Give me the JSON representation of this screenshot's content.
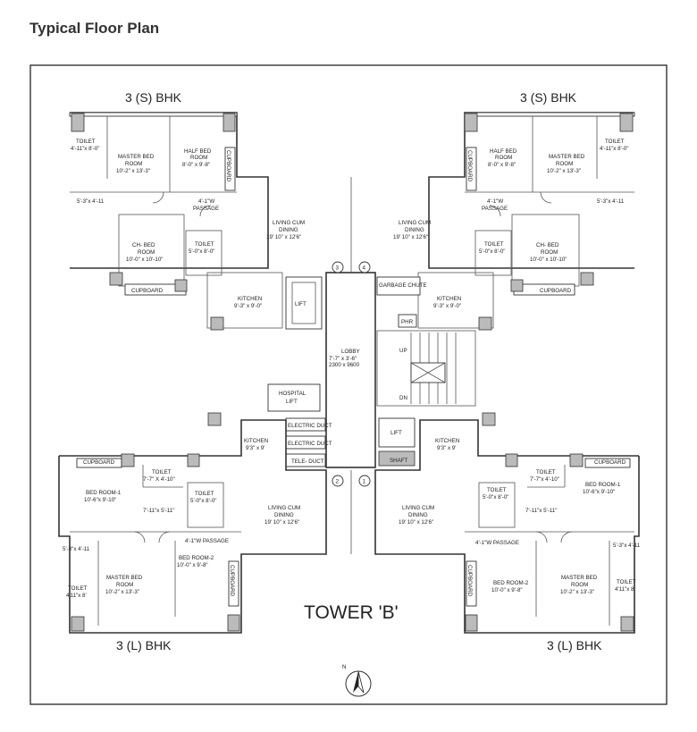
{
  "page_title": "Typical Floor Plan",
  "unit_labels": {
    "top_left": "3 (S) BHK",
    "top_right": "3 (S) BHK",
    "bottom_left": "3 (L) BHK",
    "bottom_right": "3 (L) BHK"
  },
  "tower_label": "TOWER 'B'",
  "north_label": "N",
  "top_left": {
    "toilet": "TOILET",
    "toilet_dim": "4'-11\"x 8'-0\"",
    "master_bed": "MASTER BED",
    "master_room": "ROOM",
    "master_dim": "10'-2\" x 13'-3\"",
    "half_bed": "HALF BED",
    "half_room": "ROOM",
    "half_dim": "8'-0\" x 9'-8\"",
    "cupboard_v": "CUPBOARD",
    "dress_dim": "5'-3\"x 4'-11",
    "passage_dim": "4'-1\"W",
    "passage": "PASSAGE",
    "living": "LIVING CUM",
    "dining": "DINING",
    "living_dim": "19' 10\" x 12'6\"",
    "ch_bed": "CH- BED",
    "ch_room": "ROOM",
    "ch_dim": "10'-0\" x 10'-10\"",
    "toilet2": "TOILET",
    "toilet2_dim": "5'-0\"x 8'-0\"",
    "cupboard": "CUPBOARD",
    "kitchen": "KITCHEN",
    "kitchen_dim": "9'-3\" x 9'-0\""
  },
  "top_right": {
    "toilet": "TOILET",
    "toilet_dim": "4'-11\"x 8'-0\"",
    "master_bed": "MASTER BED",
    "master_room": "ROOM",
    "master_dim": "10'-2\" x 13'-3\"",
    "half_bed": "HALF BED",
    "half_room": "ROOM",
    "half_dim": "8'-0\" x 9'-8\"",
    "cupboard_v": "CUPBOARD",
    "dress_dim": "5'-3\"x 4'-11",
    "passage_dim": "4'-1\"W",
    "passage": "PASSAGE",
    "living": "LIVING CUM",
    "dining": "DINING",
    "living_dim": "19' 10\" x 12'6\"",
    "ch_bed": "CH- BED",
    "ch_room": "ROOM",
    "ch_dim": "10'-0\" x 10'-10\"",
    "toilet2": "TOILET",
    "toilet2_dim": "5'-0\"x 8'-0\"",
    "cupboard": "CUPBOARD",
    "kitchen": "KITCHEN",
    "kitchen_dim": "9'-3\" x 9'-0\""
  },
  "core": {
    "lift": "LIFT",
    "garbage": "GARBAGE CHUTE",
    "phr": "PHR",
    "lobby": "LOBBY",
    "lobby_dim1": "7'-7\" x 3'-6\"",
    "lobby_dim2": "2300 x 9600",
    "up": "UP",
    "dn": "DN",
    "hospital": "HOSPITAL",
    "hospital_lift": "LIFT",
    "electric_duct1": "ELECTRIC DUCT",
    "electric_duct2": "ELECTRIC DUCT",
    "tele_duct": "TELE- DUCT",
    "lift2": "LIFT",
    "shaft": "SHAFT",
    "num1": "1",
    "num2": "2",
    "num3": "3",
    "num4": "4"
  },
  "bottom_left": {
    "kitchen": "KITCHEN",
    "kitchen_dim": "9'3\" x 9'",
    "cupboard_top": "CUPBOARD",
    "toilet_small": "TOILET",
    "toilet_small_dim": "7'-7\" X 4'-10\"",
    "bed1": "BED ROOM-1",
    "bed1_dim": "10'-6\"x 9'-10\"",
    "toilet": "TOILET",
    "toilet_dim": "5'-0\"x 8'-0\"",
    "dress_dim": "7'-11\"x 5'-11\"",
    "living": "LIVING CUM",
    "dining": "DINING",
    "living_dim": "19' 10\" x 12'6\"",
    "passage": "4'-1\"W PASSAGE",
    "dress2_dim": "5'-3\"x 4'-11",
    "toilet3": "TOILET",
    "toilet3_dim": "4'11\"x 8'",
    "master_bed": "MASTER BED",
    "master_room": "ROOM",
    "master_dim": "10'-2\" x 13'-3\"",
    "bed2": "BED ROOM-2",
    "bed2_dim": "10'-0\" x 9'-8\"",
    "cupboard_v": "CUPBOARD"
  },
  "bottom_right": {
    "kitchen": "KITCHEN",
    "kitchen_dim": "9'3\" x 9'",
    "cupboard_top": "CUPBOARD",
    "toilet_small": "TOILET",
    "toilet_small_dim": "7'-7\"x 4'-10\"",
    "bed1": "BED ROOM-1",
    "bed1_dim": "10'-6\"x 9'-10\"",
    "toilet": "TOILET",
    "toilet_dim": "5'-0\"x 8'-0\"",
    "dress_dim": "7'-11\"x 5'-11\"",
    "living": "LIVING CUM",
    "dining": "DINING",
    "living_dim": "19' 10\" x 12'6\"",
    "passage": "4'-1\"W PASSAGE",
    "dress2_dim": "5'-3\"x 4'-11",
    "toilet3": "TOILET",
    "toilet3_dim": "4'11\"x 8'",
    "master_bed": "MASTER BED",
    "master_room": "ROOM",
    "master_dim": "10'-2\" x 13'-3\"",
    "bed2": "BED ROOM-2",
    "bed2_dim": "10'-0\" x 9'-8\"",
    "cupboard_v": "CUPBOARD"
  }
}
